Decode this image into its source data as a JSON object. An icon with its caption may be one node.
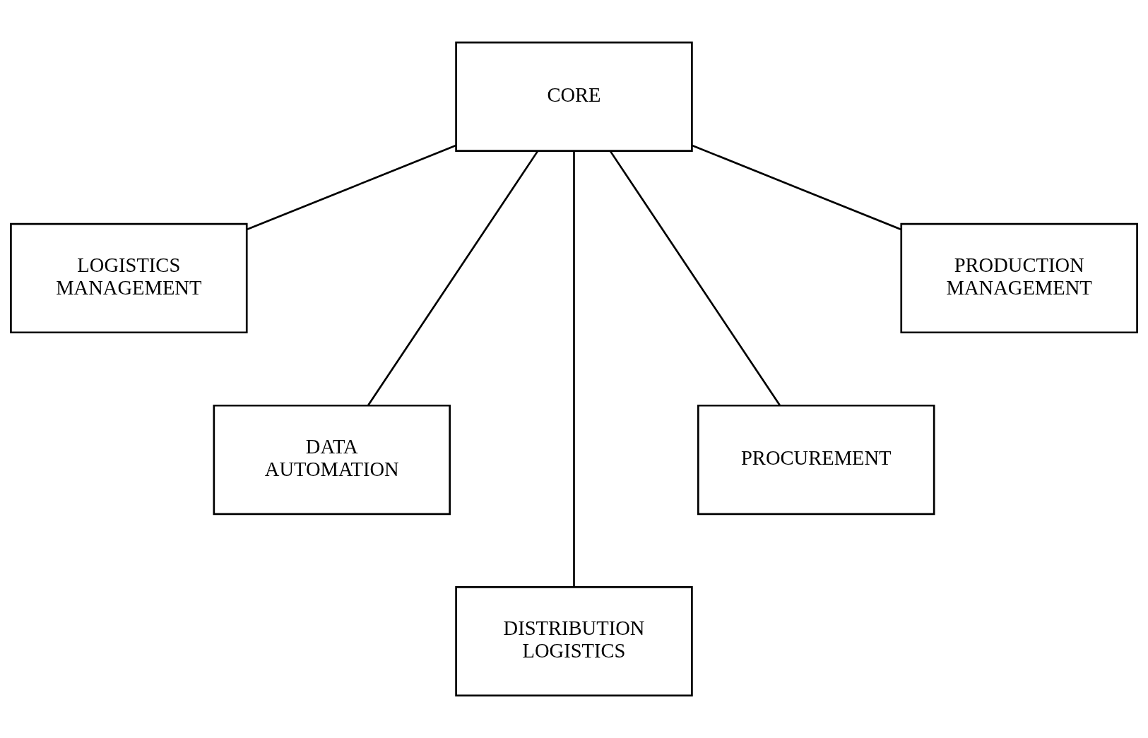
{
  "diagram": {
    "nodes": [
      {
        "text": [
          "CORE"
        ]
      },
      {
        "text": [
          "LOGISTICS MANAGEMENT"
        ]
      },
      {
        "text": [
          "PRODUCTION MANAGEMENT"
        ]
      },
      {
        "text": [
          "DATA AUTOMATION"
        ]
      },
      {
        "text": [
          "PROCUREMENT"
        ]
      },
      {
        "text": [
          "DISTRIBUTION LOGISTICS"
        ]
      }
    ],
    "edges": [
      {
        "from": 0,
        "to": 1,
        "arrow": "none"
      },
      {
        "from": 0,
        "to": 3,
        "arrow": "none"
      },
      {
        "from": 0,
        "to": 5,
        "arrow": "none"
      },
      {
        "from": 0,
        "to": 4,
        "arrow": "none"
      },
      {
        "from": 0,
        "to": 2,
        "arrow": "none"
      }
    ]
  }
}
